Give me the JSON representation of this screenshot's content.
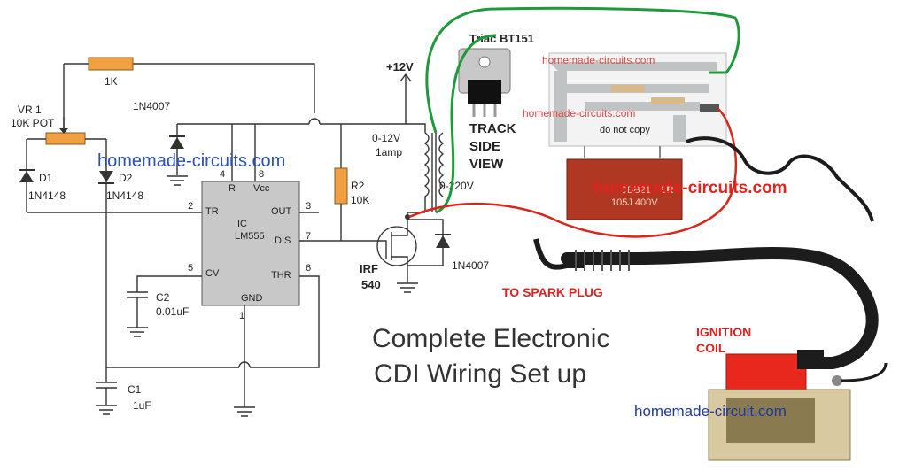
{
  "labels": {
    "vr1": "VR 1",
    "pot": "10K POT",
    "r1k": "1K",
    "d1": "D1",
    "d1_part": "1N4148",
    "d2": "D2",
    "d2_part": "1N4148",
    "d3": "1N4007",
    "d4": "1N4007",
    "ic_name": "IC",
    "ic_part": "LM555",
    "pin_r": "R",
    "pin_vcc": "Vcc",
    "pin_tr": "TR",
    "pin_out": "OUT",
    "pin_dis": "DIS",
    "pin_cv": "CV",
    "pin_thr": "THR",
    "pin_gnd": "GND",
    "n4": "4",
    "n8": "8",
    "n2": "2",
    "n3": "3",
    "n7": "7",
    "n5": "5",
    "n6": "6",
    "n1": "1",
    "r2": "R2",
    "r2_val": "10K",
    "c2": "C2",
    "c2_val": "0.01uF",
    "c1": "C1",
    "c1_val": "1uF",
    "vplus": "+12V",
    "tx_primary": "0-12V",
    "tx_amp": "1amp",
    "tx_secondary": "0-220V",
    "mosfet": "IRF",
    "mosfet_num": "540",
    "track1": "TRACK",
    "track2": "SIDE",
    "track3": "VIEW",
    "triac": "Triac BT151",
    "do_not_copy": "do not copy",
    "cap_text1": "105J 400V",
    "cap_text2": "CBB21",
    "cap_brand": "SR",
    "spark": "TO SPARK PLUG",
    "coil1": "IGNITION",
    "coil2": "COIL",
    "title1": "Complete Electronic",
    "title2": "CDI Wiring Set up",
    "wm_blue_1": "homemade-circuits.com",
    "wm_red_1": "homemade-circuits.com",
    "wm_small_1": "homemade-circuits.com",
    "wm_small_2": "homemade-circuits.com",
    "wm_blue_2": "homemade-circuit.com"
  },
  "colors": {
    "resistor": "#f0a040",
    "green_wire": "#1f9a3a",
    "red_wire": "#d9261c",
    "coil_red": "#e8281c",
    "cable": "#1c1c1c",
    "board": "#bfc3c3",
    "capacitor": "#b03822"
  }
}
